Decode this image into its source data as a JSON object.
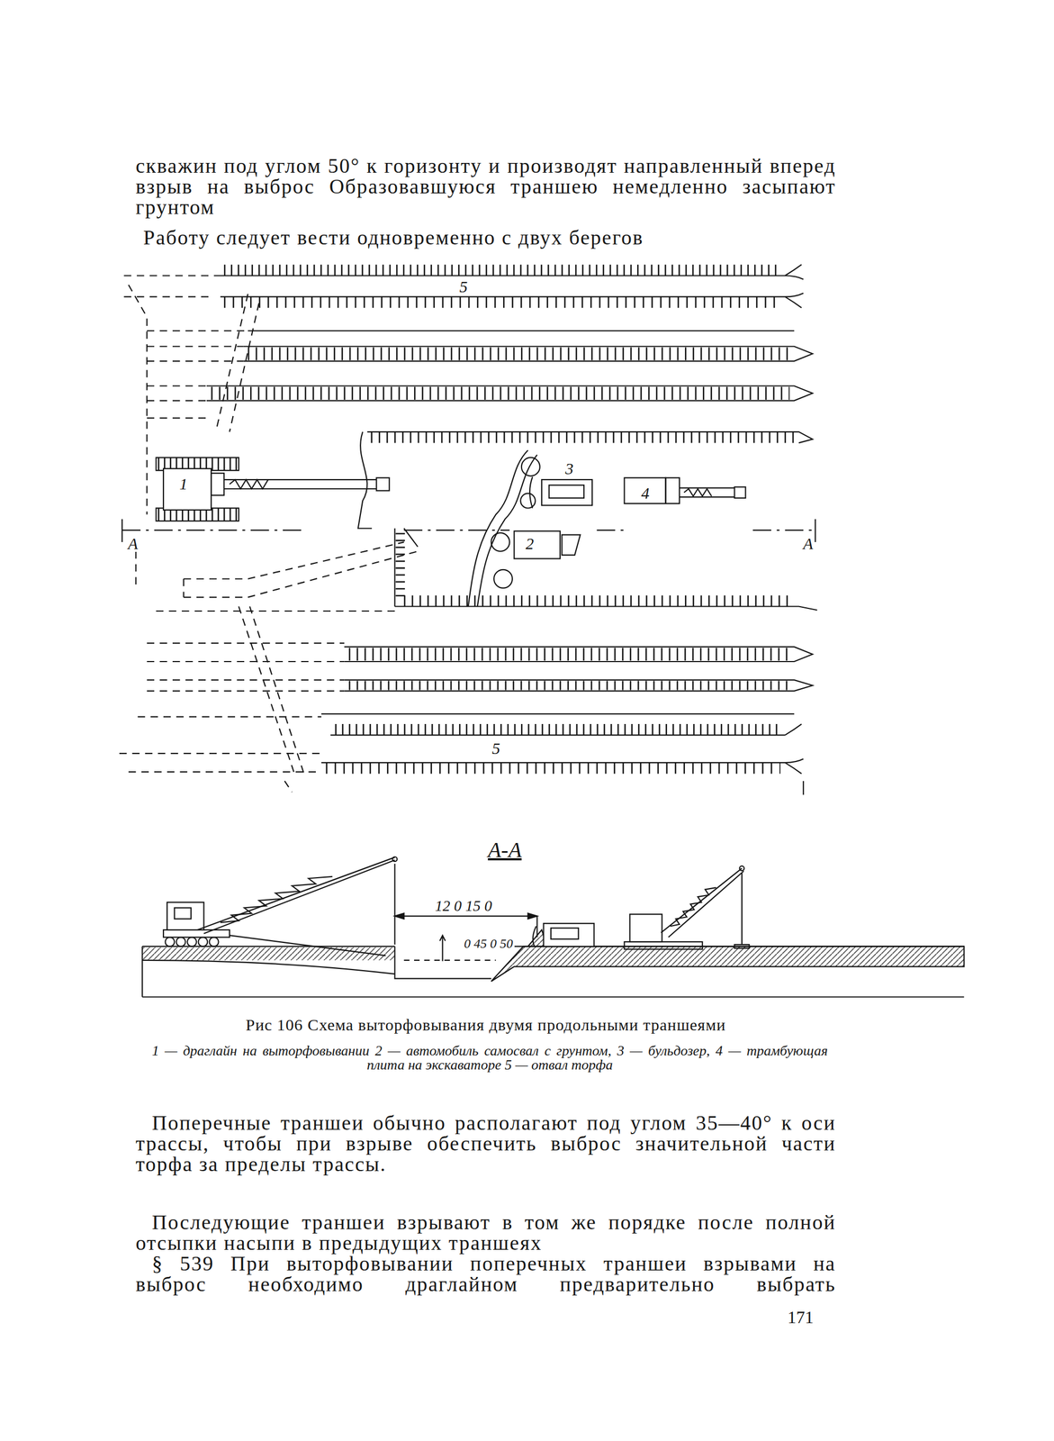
{
  "diagram": {
    "caption": "Рис 106 Схема выторфовывания двумя продольными траншеями",
    "labels": [
      "скважин под углом 50° к горизонту и производят направленный вперед взрыв на выброс Образовавшуюся траншею немедленно засыпают грунтом",
      "Работу следует вести одновременно с двух берегов",
      "5",
      "3",
      "4",
      "1",
      "А",
      "А",
      "2",
      "5",
      "А-А",
      "12 0 15 0",
      "0 45 0 50",
      "1 — драглайн на выторфовывании 2 — автомобиль самосвал с грунтом, 3 — бульдозер, 4 — трамбующая плита на экскаваторе 5 — отвал торфа",
      "Поперечные траншеи обычно располагают под углом 35—40° к оси трассы, чтобы при взрыве обеспечить выброс значительной части торфа за пределы трассы.",
      "Последующие траншеи взрывают в том же порядке после полной отсыпки насыпи в предыдущих траншеях",
      "§ 539 При выторфовывании поперечных траншеи взрывами на выброс необходимо драглайном предварительно выбрать",
      "171"
    ]
  }
}
